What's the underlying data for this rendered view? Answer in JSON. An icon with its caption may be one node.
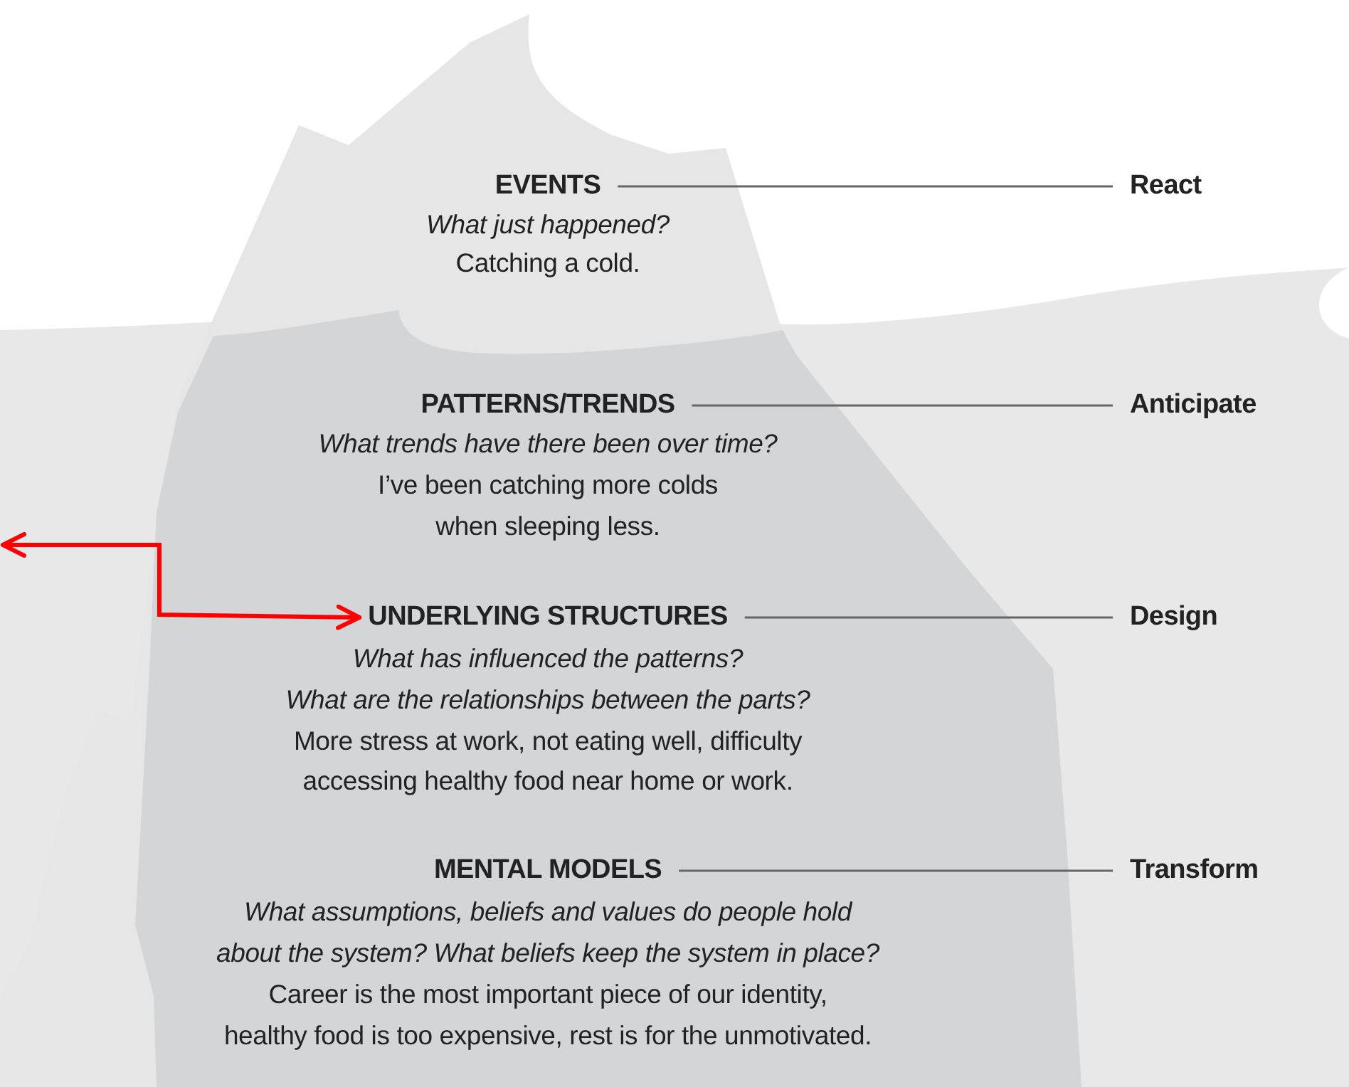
{
  "diagram": {
    "nodes": [
      {
        "text": [
          "EVENTS"
        ]
      },
      {
        "text": [
          "React"
        ]
      },
      {
        "text": [
          "PATTERNS/TRENDS"
        ]
      },
      {
        "text": [
          "Anticipate"
        ]
      },
      {
        "text": [
          "UNDERLYING STRUCTURES"
        ]
      },
      {
        "text": [
          "Design"
        ]
      },
      {
        "text": [
          "MENTAL MODELS"
        ]
      },
      {
        "text": [
          "Transform"
        ]
      }
    ],
    "edges": [
      {
        "from": 0,
        "to": 1,
        "arrow": "none"
      },
      {
        "from": 2,
        "to": 3,
        "arrow": "none"
      },
      {
        "from": 4,
        "to": 5,
        "arrow": "none"
      },
      {
        "from": 6,
        "to": 7,
        "arrow": "none"
      },
      {
        "from": null,
        "to": 4,
        "arrow": "both",
        "color": "#ff0000",
        "style": "thick"
      }
    ],
    "labels": [
      "What just happened?",
      "Catching a cold.",
      "What trends have there been over time?",
      "I’ve been catching more colds",
      "when sleeping less.",
      "What has influenced the patterns?",
      "What are the relationships between the parts?",
      "More stress at work, not eating well, difficulty",
      "accessing healthy food near home or work.",
      "What assumptions, beliefs and values do people hold",
      "about the system? What beliefs keep the system in place?",
      "Career is the most important piece of our identity,",
      "healthy food is too expensive, rest is for the unmotivated."
    ]
  }
}
